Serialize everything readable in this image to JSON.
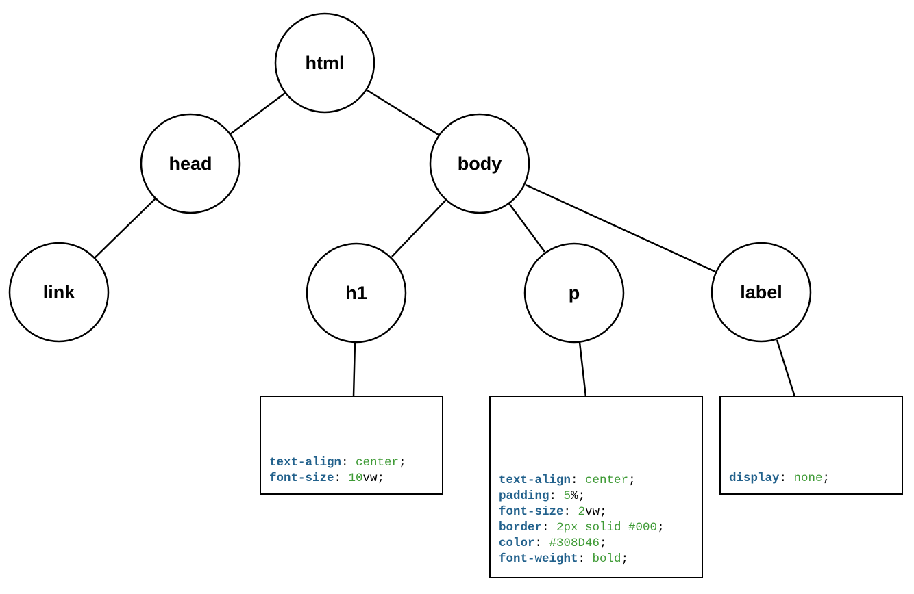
{
  "colors": {
    "property": "#22618C",
    "value": "#3E9A35",
    "punctuation": "#000000"
  },
  "nodes": {
    "html": "html",
    "head": "head",
    "body": "body",
    "link": "link",
    "h1": "h1",
    "p": "p",
    "label": "label"
  },
  "rules": {
    "h1": [
      {
        "property": "text-align",
        "value": "center",
        "unit": ""
      },
      {
        "property": "font-size",
        "value": "10",
        "unit": "vw"
      }
    ],
    "p": [
      {
        "property": "text-align",
        "value": "center",
        "unit": ""
      },
      {
        "property": "padding",
        "value": "5",
        "unit": "%"
      },
      {
        "property": "font-size",
        "value": "2",
        "unit": "vw"
      },
      {
        "property": "border",
        "value": "2px solid #000",
        "unit": ""
      },
      {
        "property": "color",
        "value": "#308D46",
        "unit": ""
      },
      {
        "property": "font-weight",
        "value": "bold",
        "unit": ""
      }
    ],
    "label": [
      {
        "property": "display",
        "value": "none",
        "unit": ""
      }
    ]
  }
}
